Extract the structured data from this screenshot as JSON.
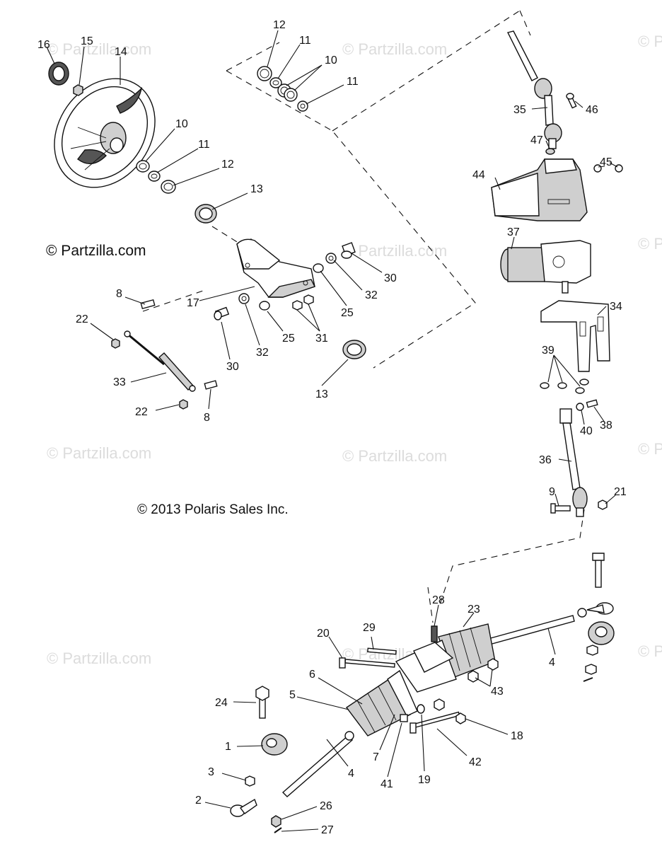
{
  "watermark": "© Partzilla.com",
  "copyright_main": "© Partzilla.com",
  "copyright_oem": "© 2013 Polaris Sales Inc.",
  "callouts": [
    {
      "id": "c16",
      "label": "16"
    },
    {
      "id": "c15",
      "label": "15"
    },
    {
      "id": "c14",
      "label": "14"
    },
    {
      "id": "c12a",
      "label": "12"
    },
    {
      "id": "c11a",
      "label": "11"
    },
    {
      "id": "c10a",
      "label": "10"
    },
    {
      "id": "c11b",
      "label": "11"
    },
    {
      "id": "c10b",
      "label": "10"
    },
    {
      "id": "c11c",
      "label": "11"
    },
    {
      "id": "c12b",
      "label": "12"
    },
    {
      "id": "c13a",
      "label": "13"
    },
    {
      "id": "c35",
      "label": "35"
    },
    {
      "id": "c46",
      "label": "46"
    },
    {
      "id": "c47",
      "label": "47"
    },
    {
      "id": "c44",
      "label": "44"
    },
    {
      "id": "c45",
      "label": "45"
    },
    {
      "id": "c37",
      "label": "37"
    },
    {
      "id": "c30a",
      "label": "30"
    },
    {
      "id": "c32a",
      "label": "32"
    },
    {
      "id": "c25a",
      "label": "25"
    },
    {
      "id": "c17",
      "label": "17"
    },
    {
      "id": "c8a",
      "label": "8"
    },
    {
      "id": "c22a",
      "label": "22"
    },
    {
      "id": "c25b",
      "label": "25"
    },
    {
      "id": "c31",
      "label": "31"
    },
    {
      "id": "c32b",
      "label": "32"
    },
    {
      "id": "c30b",
      "label": "30"
    },
    {
      "id": "c13b",
      "label": "13"
    },
    {
      "id": "c33",
      "label": "33"
    },
    {
      "id": "c22b",
      "label": "22"
    },
    {
      "id": "c8b",
      "label": "8"
    },
    {
      "id": "c34",
      "label": "34"
    },
    {
      "id": "c39",
      "label": "39"
    },
    {
      "id": "c40",
      "label": "40"
    },
    {
      "id": "c38",
      "label": "38"
    },
    {
      "id": "c36",
      "label": "36"
    },
    {
      "id": "c9",
      "label": "9"
    },
    {
      "id": "c21",
      "label": "21"
    },
    {
      "id": "c28",
      "label": "28"
    },
    {
      "id": "c23",
      "label": "23"
    },
    {
      "id": "c20",
      "label": "20"
    },
    {
      "id": "c29",
      "label": "29"
    },
    {
      "id": "c4a",
      "label": "4"
    },
    {
      "id": "c6",
      "label": "6"
    },
    {
      "id": "c43",
      "label": "43"
    },
    {
      "id": "c24",
      "label": "24"
    },
    {
      "id": "c5",
      "label": "5"
    },
    {
      "id": "c18",
      "label": "18"
    },
    {
      "id": "c1",
      "label": "1"
    },
    {
      "id": "c7",
      "label": "7"
    },
    {
      "id": "c42",
      "label": "42"
    },
    {
      "id": "c3",
      "label": "3"
    },
    {
      "id": "c4b",
      "label": "4"
    },
    {
      "id": "c41",
      "label": "41"
    },
    {
      "id": "c19",
      "label": "19"
    },
    {
      "id": "c2",
      "label": "2"
    },
    {
      "id": "c26",
      "label": "26"
    },
    {
      "id": "c27",
      "label": "27"
    }
  ]
}
